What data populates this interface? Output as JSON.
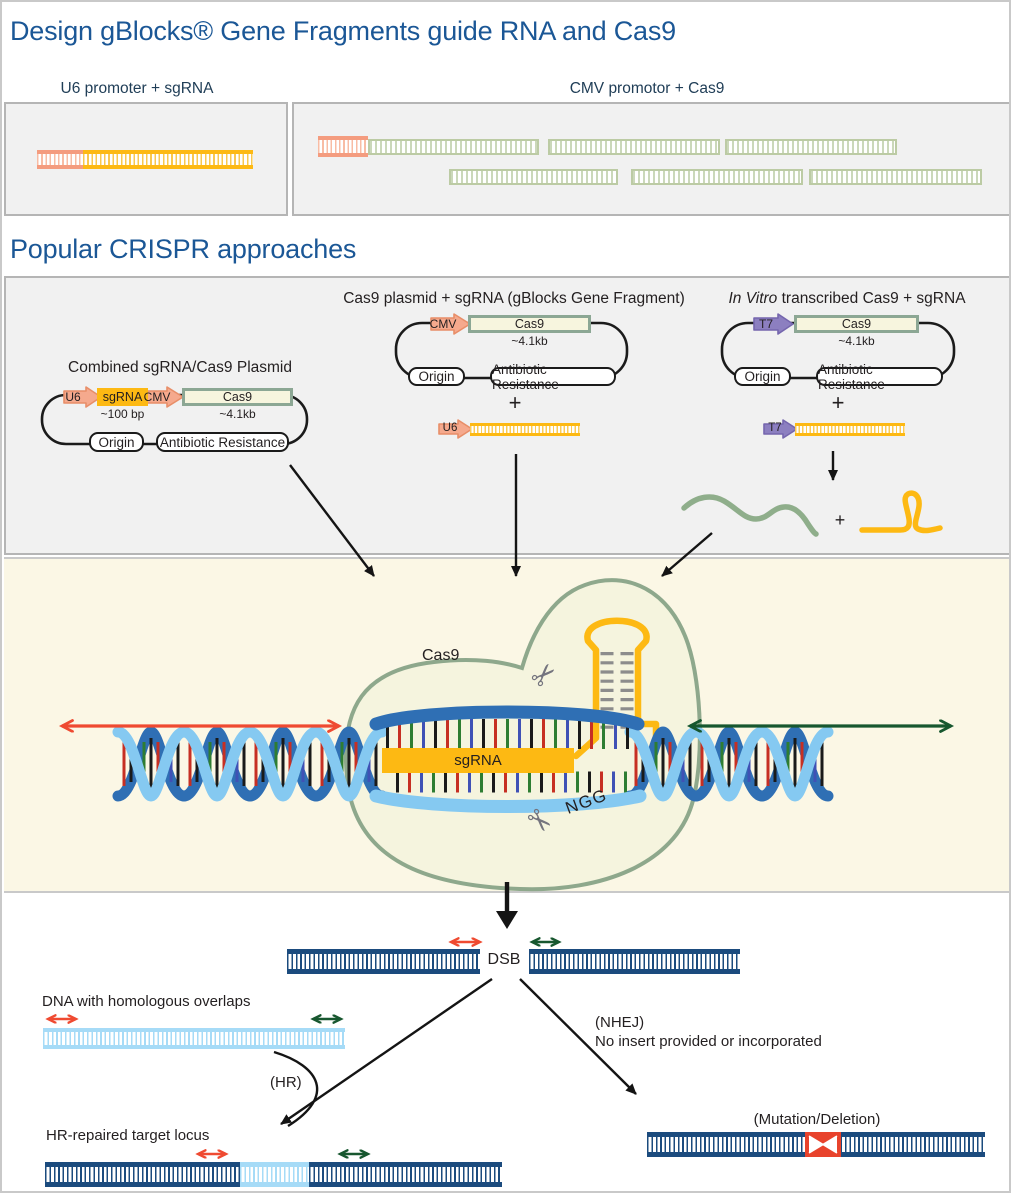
{
  "colors": {
    "heading_blue": "#1B5796",
    "panel_gray": "#F1F1F1",
    "panel_border": "#B5B5B5",
    "nucleus_cream": "#FBF7E5",
    "salmon": "#F5A98D",
    "gold": "#FDB913",
    "sage_green": "#8EA88C",
    "purple": "#8C7FC0",
    "navy_dna": "#1B4B7E",
    "light_blue_dna": "#A6DBF7",
    "helix_dark_blue": "#2F6FB4",
    "helix_light_blue": "#85C9F1",
    "red_arrow": "#EF4A31",
    "green_arrow": "#17572F",
    "mutation_red": "#E8432C"
  },
  "header": {
    "title": "Design gBlocks® Gene Fragments guide RNA and Cas9"
  },
  "fragment_panels": {
    "left_label": "U6 promoter + sgRNA",
    "right_label": "CMV promotor + Cas9"
  },
  "approaches": {
    "title": "Popular CRISPR approaches",
    "combined": {
      "title": "Combined sgRNA/Cas9 Plasmid",
      "u6": "U6",
      "sgrna": "sgRNA",
      "sgrna_size": "~100 bp",
      "cmv": "CMV",
      "cas9": "Cas9",
      "cas9_size": "~4.1kb",
      "origin": "Origin",
      "antibiotic": "Antibiotic Resistance"
    },
    "cas9_plasmid": {
      "title": "Cas9 plasmid + sgRNA (gBlocks Gene Fragment)",
      "cmv": "CMV",
      "cas9": "Cas9",
      "cas9_size": "~4.1kb",
      "origin": "Origin",
      "antibiotic": "Antibiotic Resistance",
      "plus": "+",
      "u6": "U6"
    },
    "in_vitro": {
      "title_italic": "In Vitro",
      "title_rest": " transcribed Cas9 + sgRNA",
      "t7": "T7",
      "cas9": "Cas9",
      "cas9_size": "~4.1kb",
      "origin": "Origin",
      "antibiotic": "Antibiotic Resistance",
      "plus_top": "+",
      "t7_fragment": "T7",
      "plus_bottom": "+"
    }
  },
  "nucleus": {
    "cas9_label": "Cas9",
    "sgrna_label": "sgRNA",
    "pam": "NGG",
    "scissors": "✂"
  },
  "repair": {
    "dsb": "DSB",
    "homologous_label": "DNA with homologous overlaps",
    "hr": "(HR)",
    "hr_result_label": "HR-repaired target locus",
    "nhej": "(NHEJ)",
    "nhej_note": "No insert provided or incorporated",
    "mutation": "(Mutation/Deletion)"
  }
}
